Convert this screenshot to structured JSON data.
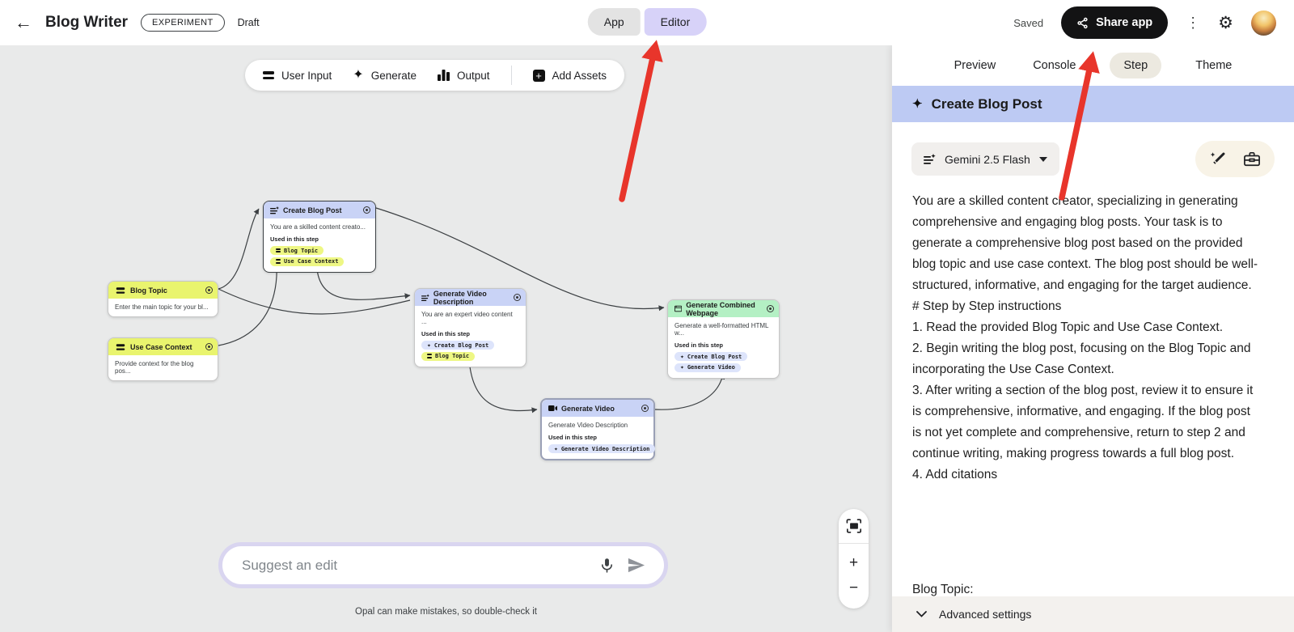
{
  "topbar": {
    "title": "Blog Writer",
    "badge": "EXPERIMENT",
    "draft_label": "Draft",
    "mode_toggle": {
      "app": "App",
      "editor": "Editor"
    },
    "saved_label": "Saved",
    "share_button": "Share app"
  },
  "toolbar": {
    "user_input": "User Input",
    "generate": "Generate",
    "output": "Output",
    "add_assets": "Add Assets"
  },
  "canvas": {
    "nodes": [
      {
        "title": "Create Blog Post",
        "desc": "You are a skilled content creato...",
        "used_label": "Used in this step",
        "chips": [
          {
            "label": "Blog Topic"
          },
          {
            "label": "Use Case Context"
          }
        ]
      },
      {
        "title": "Blog Topic",
        "desc": "Enter the main topic for your bl..."
      },
      {
        "title": "Use Case Context",
        "desc": "Provide context for the blog pos..."
      },
      {
        "title": "Generate Video Description",
        "desc": "You are an expert video content ...",
        "used_label": "Used in this step",
        "chips": [
          {
            "label": "Create Blog Post"
          },
          {
            "label": "Blog Topic"
          }
        ]
      },
      {
        "title": "Generate Combined Webpage",
        "desc": "Generate a well-formatted HTML w...",
        "used_label": "Used in this step",
        "chips": [
          {
            "label": "Create Blog Post"
          },
          {
            "label": "Generate Video"
          }
        ]
      },
      {
        "title": "Generate Video",
        "desc": "Generate Video Description",
        "used_label": "Used in this step",
        "chips": [
          {
            "label": "Generate Video Description"
          }
        ]
      }
    ],
    "edit_placeholder": "Suggest an edit",
    "disclaimer": "Opal can make mistakes, so double-check it",
    "zoom_in": "+",
    "zoom_out": "−"
  },
  "panel": {
    "tabs": [
      {
        "label": "Preview"
      },
      {
        "label": "Console"
      },
      {
        "label": "Step"
      },
      {
        "label": "Theme"
      }
    ],
    "step_header": "Create Blog Post",
    "model_selector": "Gemini 2.5 Flash",
    "prompt": "You are a skilled content creator, specializing in generating comprehensive and engaging blog posts. Your task is to generate a comprehensive blog post based on the provided blog topic and use case context. The blog post should be well-structured, informative, and engaging for the target audience.\n# Step by Step instructions\n1. Read the provided Blog Topic and Use Case Context.\n2. Begin writing the blog post, focusing on the Blog Topic and incorporating the Use Case Context.\n3. After writing a section of the blog post, review it to ensure it is comprehensive, informative, and engaging. If the blog post is not yet complete and comprehensive, return to step 2 and continue writing, making progress towards a full blog post.\n4. Add citations",
    "prompt_next": "Blog Topic:",
    "advanced_settings": "Advanced settings"
  },
  "colors": {
    "canvas_bg": "#e9eaea",
    "editor_pill": "#d7d2f8",
    "step_header_bg": "#bdcaf3",
    "node_blue": "#c9d3f6",
    "node_yellow": "#e9f46e",
    "node_green": "#b4f0c4",
    "chip_yellow": "#eef784",
    "chip_lavender": "#dde4fb",
    "annotation_red": "#e8352b"
  }
}
